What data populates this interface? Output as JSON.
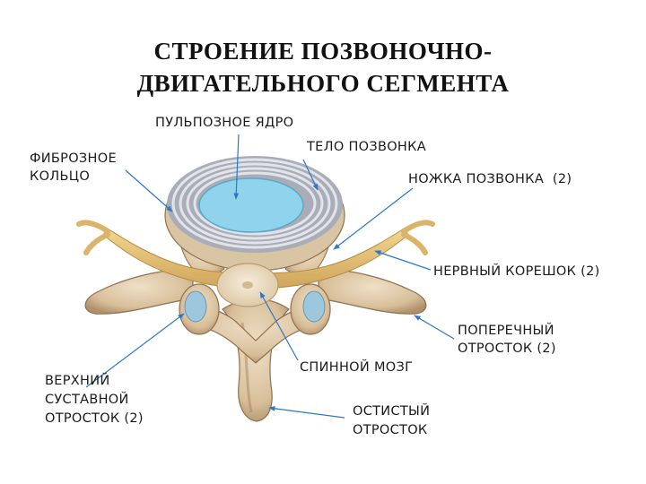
{
  "title": {
    "line1": "СТРОЕНИЕ ПОЗВОНОЧНО-",
    "line2": "ДВИГАТЕЛЬНОГО СЕГМЕНТА"
  },
  "labels": {
    "nucleus": "ПУЛЬПОЗНОЕ ЯДРО",
    "vertebral_body": "ТЕЛО ПОЗВОНКА",
    "annulus_line1": "ФИБРОЗНОЕ",
    "annulus_line2": "КОЛЬЦО",
    "pedicle": "НОЖКА ПОЗВОНКА  (2)",
    "nerve_root": "НЕРВНЫЙ КОРЕШОК (2)",
    "transverse_line1": "ПОПЕРЕЧНЫЙ",
    "transverse_line2": "ОТРОСТОК (2)",
    "spinal_cord": "СПИННОЙ МОЗГ",
    "superior_line1": "ВЕРХНИЙ",
    "superior_line2": "СУСТАВНОЙ",
    "superior_line3": "ОТРОСТОК (2)",
    "spinous_line1": "ОСТИСТЫЙ",
    "spinous_line2": "ОТРОСТОК"
  },
  "colors": {
    "arrow": "#2b78c9",
    "disc_outer": "#a9adb8",
    "disc_rings": "#e2e4ea",
    "nucleus": "#8fd3ec",
    "bone": "#d8c19f",
    "bone_shadow": "#a8865f",
    "nerve": "#e3c27a",
    "cord": "#eee0c8"
  }
}
